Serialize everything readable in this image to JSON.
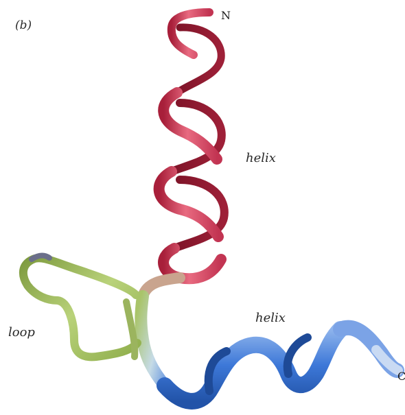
{
  "figure": {
    "panel_label": "(b)",
    "labels": {
      "n_terminus": "N",
      "c_terminus": "C",
      "helix_top": "helix",
      "helix_bottom": "helix",
      "loop": "loop"
    },
    "segments": [
      {
        "name": "helix",
        "color": "#d9475f"
      },
      {
        "name": "loop",
        "color": "#a9c46a"
      },
      {
        "name": "helix",
        "color": "#3d78d8"
      }
    ]
  }
}
